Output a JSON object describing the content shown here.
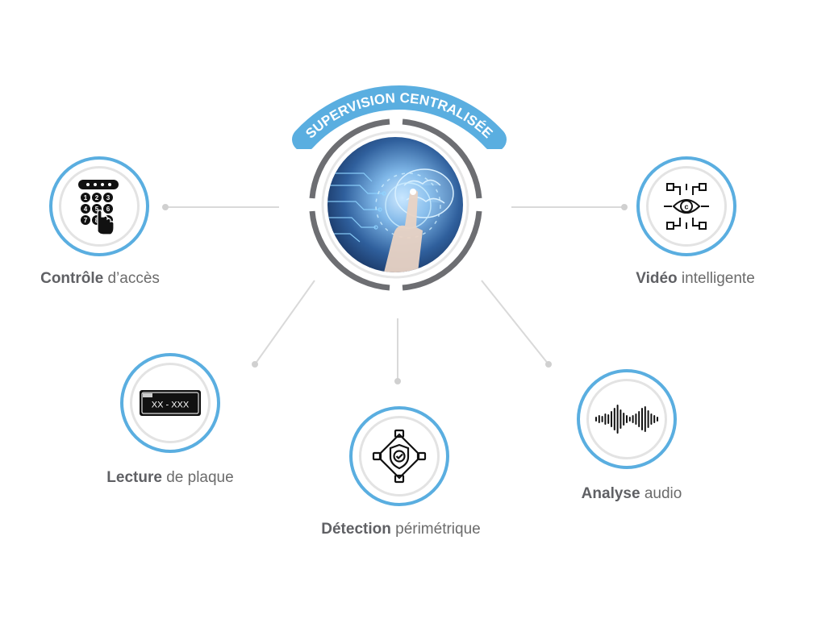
{
  "hub": {
    "title": "SUPERVISION CENTRALISÉE",
    "image_icon": "brain-ai-hand-icon"
  },
  "features": [
    {
      "id": "access",
      "bold": "Contrôle",
      "rest": " d’accès",
      "icon": "keypad-icon"
    },
    {
      "id": "video",
      "bold": "Vidéo",
      "rest": " intelligente",
      "icon": "eye-scan-icon"
    },
    {
      "id": "plate",
      "bold": "Lecture",
      "rest": " de plaque",
      "icon": "license-plate-icon",
      "plate_text": "XX - XXX"
    },
    {
      "id": "perimeter",
      "bold": "Détection",
      "rest": " périmétrique",
      "icon": "shield-perimeter-icon"
    },
    {
      "id": "audio",
      "bold": "Analyse",
      "rest": " audio",
      "icon": "sound-wave-icon"
    }
  ],
  "keypad_digits": [
    "1",
    "2",
    "3",
    "4",
    "5",
    "6",
    "7",
    "8",
    "9"
  ],
  "colors": {
    "accent": "#5aaee0",
    "ring": "#6d6e72",
    "connector": "#d9d9d9",
    "text": "#6b6b6b"
  }
}
